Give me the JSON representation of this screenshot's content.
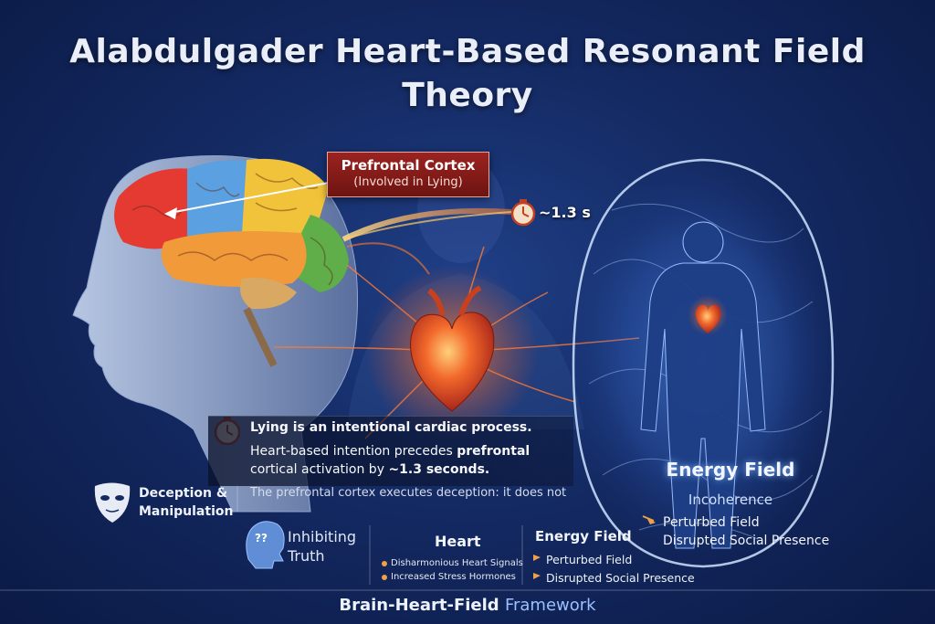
{
  "title": {
    "line1": "Alabdulgader Heart-Based Resonant Field",
    "line2": "Theory"
  },
  "prefrontal": {
    "title": "Prefrontal Cortex",
    "subtitle": "(Involved in Lying)"
  },
  "timer": {
    "label": "~1.3 s"
  },
  "info": {
    "line1": "Lying is an intentional cardiac process.",
    "line2_normal": "Heart-based intention precedes ",
    "line2_bold": "prefrontal",
    "line3_normal": "cortical activation by ",
    "line3_bold": "~1.3 seconds.",
    "note": "The prefrontal cortex executes deception: it does not"
  },
  "deception": {
    "line1": "Deception &",
    "line2": "Manipulation"
  },
  "inhibiting": {
    "line1": "Inhibiting",
    "line2": "Truth",
    "badge": "??"
  },
  "heart_col": {
    "title": "Heart",
    "bullets": [
      "Disharmonious Heart Signals",
      "Increased Stress Hormones"
    ]
  },
  "energy_col": {
    "title": "Energy Field",
    "bullets": [
      "Perturbed Field",
      "Disrupted Social Presence"
    ]
  },
  "field": {
    "title": "Energy Field",
    "subtitle": "Incoherence",
    "line1": "Perturbed Field",
    "line2": "Disrupted Social Presence"
  },
  "footer": {
    "part1": "Brain-Heart-Field ",
    "part2": "Framework"
  },
  "colors": {
    "background": "#142a63",
    "pfc_box": "#8a1c19",
    "heart": "#e5532a",
    "field_glow": "#7fb3ff",
    "accent_orange": "#f0a04a"
  }
}
